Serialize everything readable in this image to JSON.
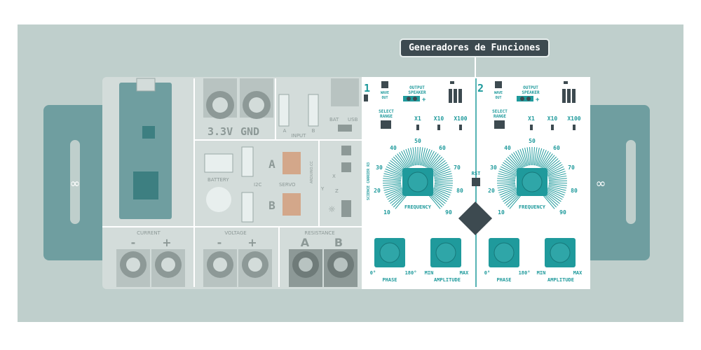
{
  "callout": {
    "label": "Generadores de Funciones"
  },
  "left_board": {
    "labels": {
      "v33": "3.3V",
      "gnd": "GND",
      "input": "INPUT",
      "a": "A",
      "b": "B",
      "bat": "BAT",
      "usb": "USB",
      "battery": "BATTERY",
      "i2c": "I2C",
      "servo": "SERVO",
      "arduino_cc": "ARDUINO.CC",
      "x": "X",
      "y": "Y",
      "z": "Z",
      "current": "CURRENT",
      "voltage": "VOLTAGE",
      "resistance": "RESISTANCE",
      "minus": "-",
      "plus": "+",
      "servo_a": "A",
      "servo_b": "B",
      "res_a": "A",
      "res_b": "B"
    }
  },
  "generators": {
    "side_text": "SCIENCE CARRIER R3",
    "rst": "RST",
    "units": [
      {
        "number": "1",
        "wave_out": [
          "WAVE",
          "OUT"
        ],
        "output_speaker": [
          "OUTPUT",
          "SPEAKER"
        ],
        "select_range": [
          "SELECT",
          "RANGE"
        ],
        "ranges": [
          "X1",
          "X10",
          "X100"
        ],
        "dial_ticks": [
          "10",
          "20",
          "30",
          "40",
          "50",
          "60",
          "70",
          "80",
          "90"
        ],
        "frequency": "FREQUENCY",
        "phase_ticks": [
          "0°",
          "180°"
        ],
        "phase": "PHASE",
        "amp_ticks": [
          "MIN",
          "MAX"
        ],
        "amplitude": "AMPLITUDE"
      },
      {
        "number": "2",
        "wave_out": [
          "WAVE",
          "OUT"
        ],
        "output_speaker": [
          "OUTPUT",
          "SPEAKER"
        ],
        "select_range": [
          "SELECT",
          "RANGE"
        ],
        "ranges": [
          "X1",
          "X10",
          "X100"
        ],
        "dial_ticks": [
          "10",
          "20",
          "30",
          "40",
          "50",
          "60",
          "70",
          "80",
          "90"
        ],
        "frequency": "FREQUENCY",
        "phase_ticks": [
          "0°",
          "180°"
        ],
        "phase": "PHASE",
        "amp_ticks": [
          "MIN",
          "MAX"
        ],
        "amplitude": "AMPLITUDE"
      }
    ]
  },
  "colors": {
    "teal": "#1f9a9c",
    "dark": "#3d4a50",
    "panel": "#bfcfcc",
    "faded_board": "#d3dcda"
  }
}
